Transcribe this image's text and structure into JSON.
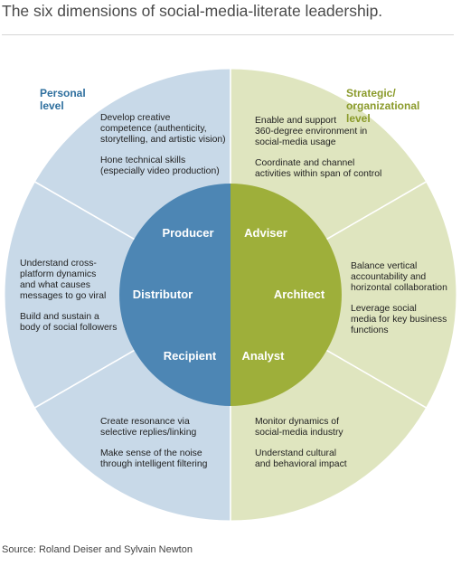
{
  "title": "The six dimensions of social-media-literate leadership.",
  "source": "Source: Roland Deiser and Sylvain Newton",
  "colors": {
    "outer_left": "#c8d9e8",
    "outer_right": "#dfe5bf",
    "inner_left": "#4d86b4",
    "inner_right": "#9eaf3a",
    "personal_text": "#2e6f9e",
    "strategic_text": "#8a9a2a"
  },
  "levels": {
    "personal": [
      "Personal",
      "level"
    ],
    "strategic": [
      "Strategic/",
      "organizational",
      "level"
    ]
  },
  "roles": {
    "producer": "Producer",
    "adviser": "Adviser",
    "distributor": "Distributor",
    "architect": "Architect",
    "recipient": "Recipient",
    "analyst": "Analyst"
  },
  "descriptions": {
    "producer": [
      [
        "Develop creative",
        "competence (authenticity,",
        "storytelling, and artistic vision)"
      ],
      [
        "Hone technical skills",
        "(especially video production)"
      ]
    ],
    "adviser": [
      [
        "Enable and support",
        "360-degree environment in",
        "social-media usage"
      ],
      [
        "Coordinate and channel",
        "activities within span of control"
      ]
    ],
    "distributor": [
      [
        "Understand cross-",
        "platform dynamics",
        "and what causes",
        "messages to go viral"
      ],
      [
        "Build and sustain a",
        "body of social followers"
      ]
    ],
    "architect": [
      [
        "Balance vertical",
        "accountability and",
        "horizontal collaboration"
      ],
      [
        "Leverage social",
        "media for key business",
        "functions"
      ]
    ],
    "recipient": [
      [
        "Create resonance via",
        "selective replies/linking"
      ],
      [
        "Make sense of the noise",
        "through intelligent filtering"
      ]
    ],
    "analyst": [
      [
        "Monitor dynamics of",
        "social-media industry"
      ],
      [
        "Understand cultural",
        "and behavioral impact"
      ]
    ]
  }
}
